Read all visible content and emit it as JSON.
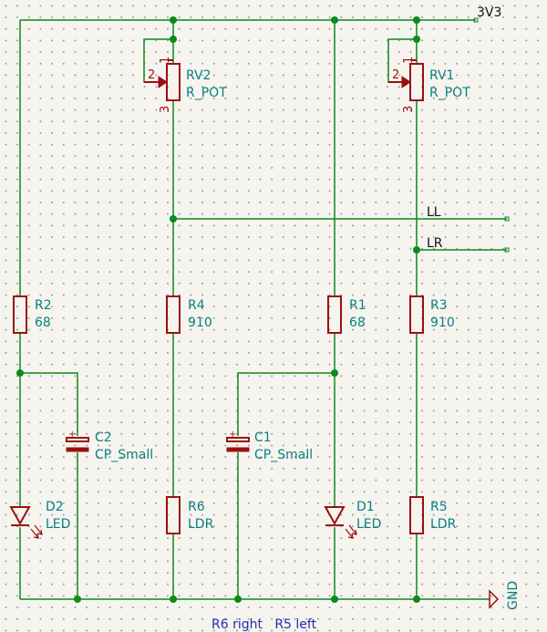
{
  "nets": {
    "power": "3V3",
    "ground": "GND",
    "left": "LL",
    "right": "LR"
  },
  "note": "R6 right   R5 left",
  "components": {
    "rv2": {
      "ref": "RV2",
      "value": "R_POT",
      "pin1": "1",
      "pin2": "2",
      "pin3": "3"
    },
    "rv1": {
      "ref": "RV1",
      "value": "R_POT",
      "pin1": "1",
      "pin2": "2",
      "pin3": "3"
    },
    "r2": {
      "ref": "R2",
      "value": "68"
    },
    "r4": {
      "ref": "R4",
      "value": "910"
    },
    "r1": {
      "ref": "R1",
      "value": "68"
    },
    "r3": {
      "ref": "R3",
      "value": "910"
    },
    "r6": {
      "ref": "R6",
      "value": "LDR"
    },
    "r5": {
      "ref": "R5",
      "value": "LDR"
    },
    "c2": {
      "ref": "C2",
      "value": "CP_Small",
      "polarity": "+"
    },
    "c1": {
      "ref": "C1",
      "value": "CP_Small",
      "polarity": "+"
    },
    "d2": {
      "ref": "D2",
      "value": "LED"
    },
    "d1": {
      "ref": "D1",
      "value": "LED"
    }
  },
  "colors": {
    "wire": "#0c8a1c",
    "component": "#9e0f0f",
    "label": "#0b7f82",
    "note": "#1f2fb0",
    "background": "#f5f4ef"
  }
}
